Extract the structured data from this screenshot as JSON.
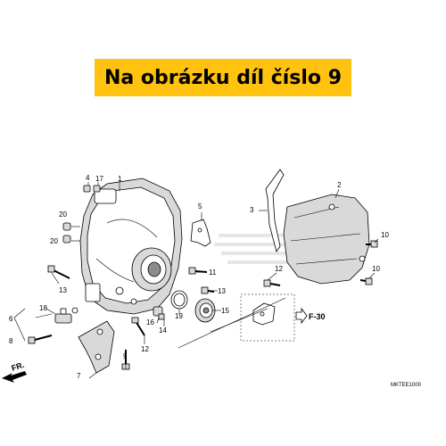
{
  "banner": {
    "text": "Na obrázku díl číslo 9"
  },
  "callouts": {
    "p1": "1",
    "p2": "2",
    "p3": "3",
    "p4": "4",
    "p5": "5",
    "p6": "6",
    "p7": "7",
    "p8": "8",
    "p9": "9",
    "p10a": "10",
    "p10b": "10",
    "p11": "11",
    "p12a": "12",
    "p12b": "12",
    "p13a": "13",
    "p13b": "13",
    "p14": "14",
    "p15": "15",
    "p16": "16",
    "p17": "17",
    "p18": "18",
    "p19": "19",
    "p20a": "20",
    "p20b": "20"
  },
  "refs": {
    "fr": "FR.",
    "f30": "F-30"
  },
  "diagram_code": "MKTEE1000",
  "colors": {
    "banner": "#ffc20e",
    "line": "#000000",
    "shade": "#d9d9d9"
  }
}
